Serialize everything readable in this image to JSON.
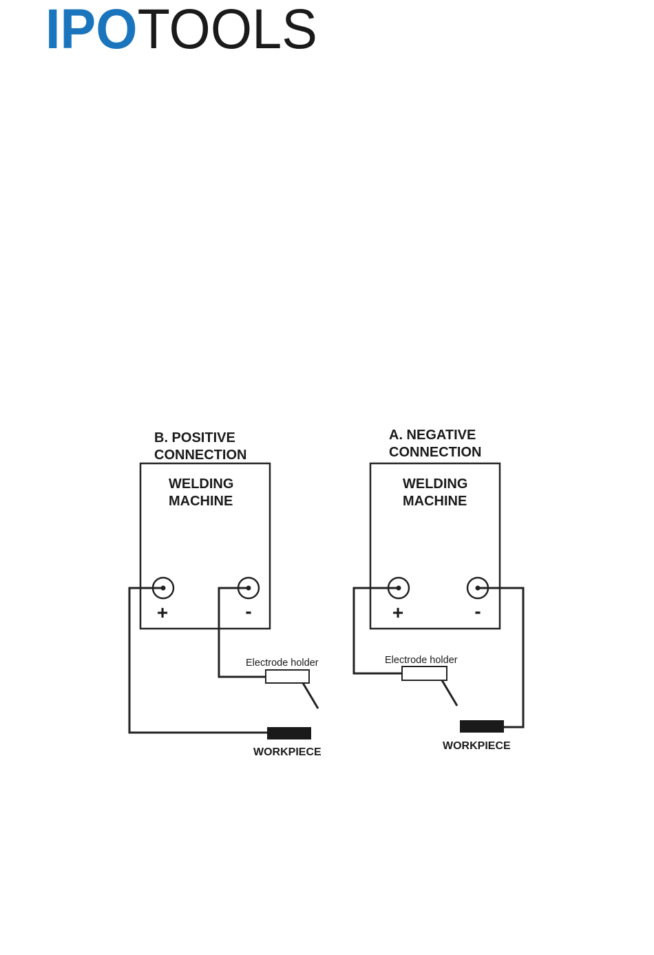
{
  "logo": {
    "bold_part": "IPO",
    "light_part": "TOOLS",
    "bold_color": "#1b75bc",
    "light_color": "#1a1a1a"
  },
  "colors": {
    "line": "#222222",
    "workpiece": "#1a1a1a"
  },
  "left_diagram": {
    "title_line1": "B. POSITIVE",
    "title_line2": "CONNECTION",
    "machine_line1": "WELDING",
    "machine_line2": "MACHINE",
    "plus_label": "+",
    "minus_label": "-",
    "electrode_label": "Electrode holder",
    "workpiece_label": "WORKPIECE"
  },
  "right_diagram": {
    "title_line1": "A. NEGATIVE",
    "title_line2": "CONNECTION",
    "machine_line1": "WELDING",
    "machine_line2": "MACHINE",
    "plus_label": "+",
    "minus_label": "-",
    "electrode_label": "Electrode holder",
    "workpiece_label": "WORKPIECE"
  }
}
